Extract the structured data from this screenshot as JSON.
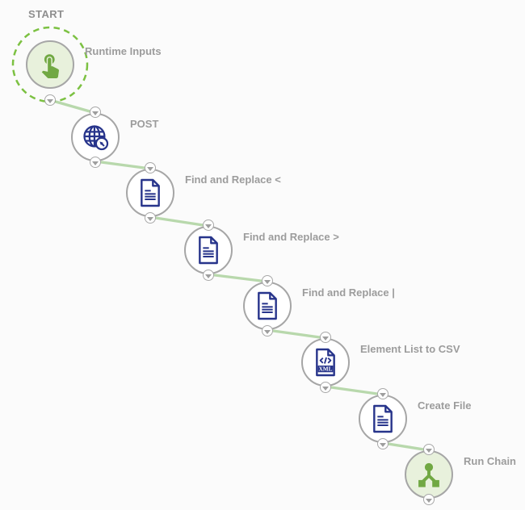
{
  "canvas": {
    "start_label": "START",
    "background": "#fbfbfb"
  },
  "colors": {
    "selection_ring_green": "#7cc142",
    "start_end_node_fill": "#e8f1dc",
    "icon_green": "#71a843",
    "icon_navy": "#27348b",
    "connector_green": "#b5d7a8",
    "node_border_gray": "#a6a6a6",
    "label_gray": "#9c9c9c"
  },
  "nodes": [
    {
      "label": "Runtime Inputs",
      "icon": "touch-icon",
      "kind": "start"
    },
    {
      "label": "POST",
      "icon": "globe-search-icon",
      "kind": "action"
    },
    {
      "label": "Find and Replace <",
      "icon": "document-icon",
      "kind": "action"
    },
    {
      "label": "Find and Replace >",
      "icon": "document-icon",
      "kind": "action"
    },
    {
      "label": "Find and Replace |",
      "icon": "document-icon",
      "kind": "action"
    },
    {
      "label": "Element List to CSV",
      "icon": "xml-document-icon",
      "kind": "action",
      "badge": "XML"
    },
    {
      "label": "Create File",
      "icon": "document-icon",
      "kind": "action"
    },
    {
      "label": "Run Chain",
      "icon": "branch-icon",
      "kind": "end"
    }
  ],
  "connections": [
    {
      "from": "Runtime Inputs",
      "to": "POST"
    },
    {
      "from": "POST",
      "to": "Find and Replace <"
    },
    {
      "from": "Find and Replace <",
      "to": "Find and Replace >"
    },
    {
      "from": "Find and Replace >",
      "to": "Find and Replace |"
    },
    {
      "from": "Find and Replace |",
      "to": "Element List to CSV"
    },
    {
      "from": "Element List to CSV",
      "to": "Create File"
    },
    {
      "from": "Create File",
      "to": "Run Chain"
    }
  ]
}
